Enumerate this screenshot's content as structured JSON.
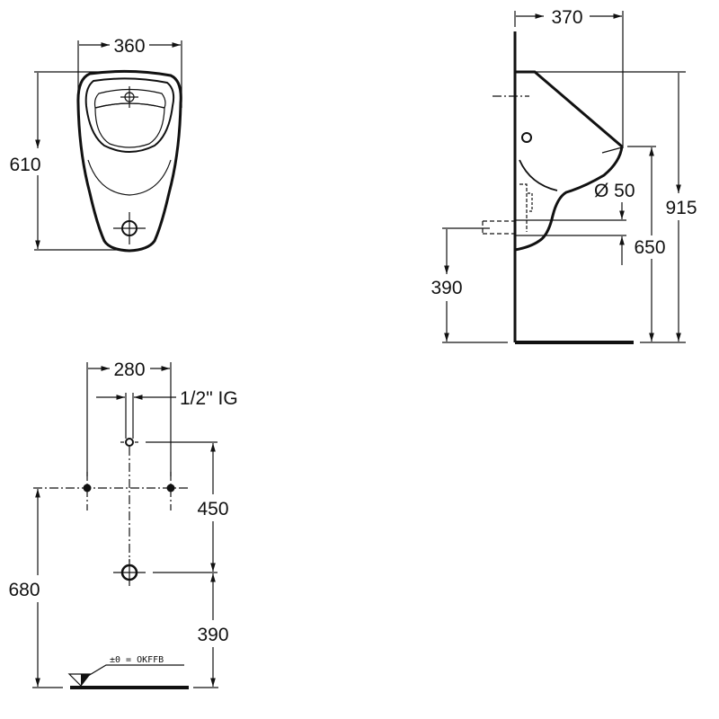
{
  "front_view": {
    "width_label": "360",
    "height_label": "610"
  },
  "side_view": {
    "depth_label": "370",
    "total_height_label": "915",
    "spout_height_label": "650",
    "outlet_height_label": "390",
    "outlet_diameter_label": "Ø 50"
  },
  "installation_view": {
    "fixing_spacing_label": "280",
    "supply_label": "1/2\" IG",
    "supply_to_outlet_label": "450",
    "outlet_height_label": "390",
    "fixing_height_label": "680",
    "floor_reference_label": "±0 = OKFFB"
  }
}
